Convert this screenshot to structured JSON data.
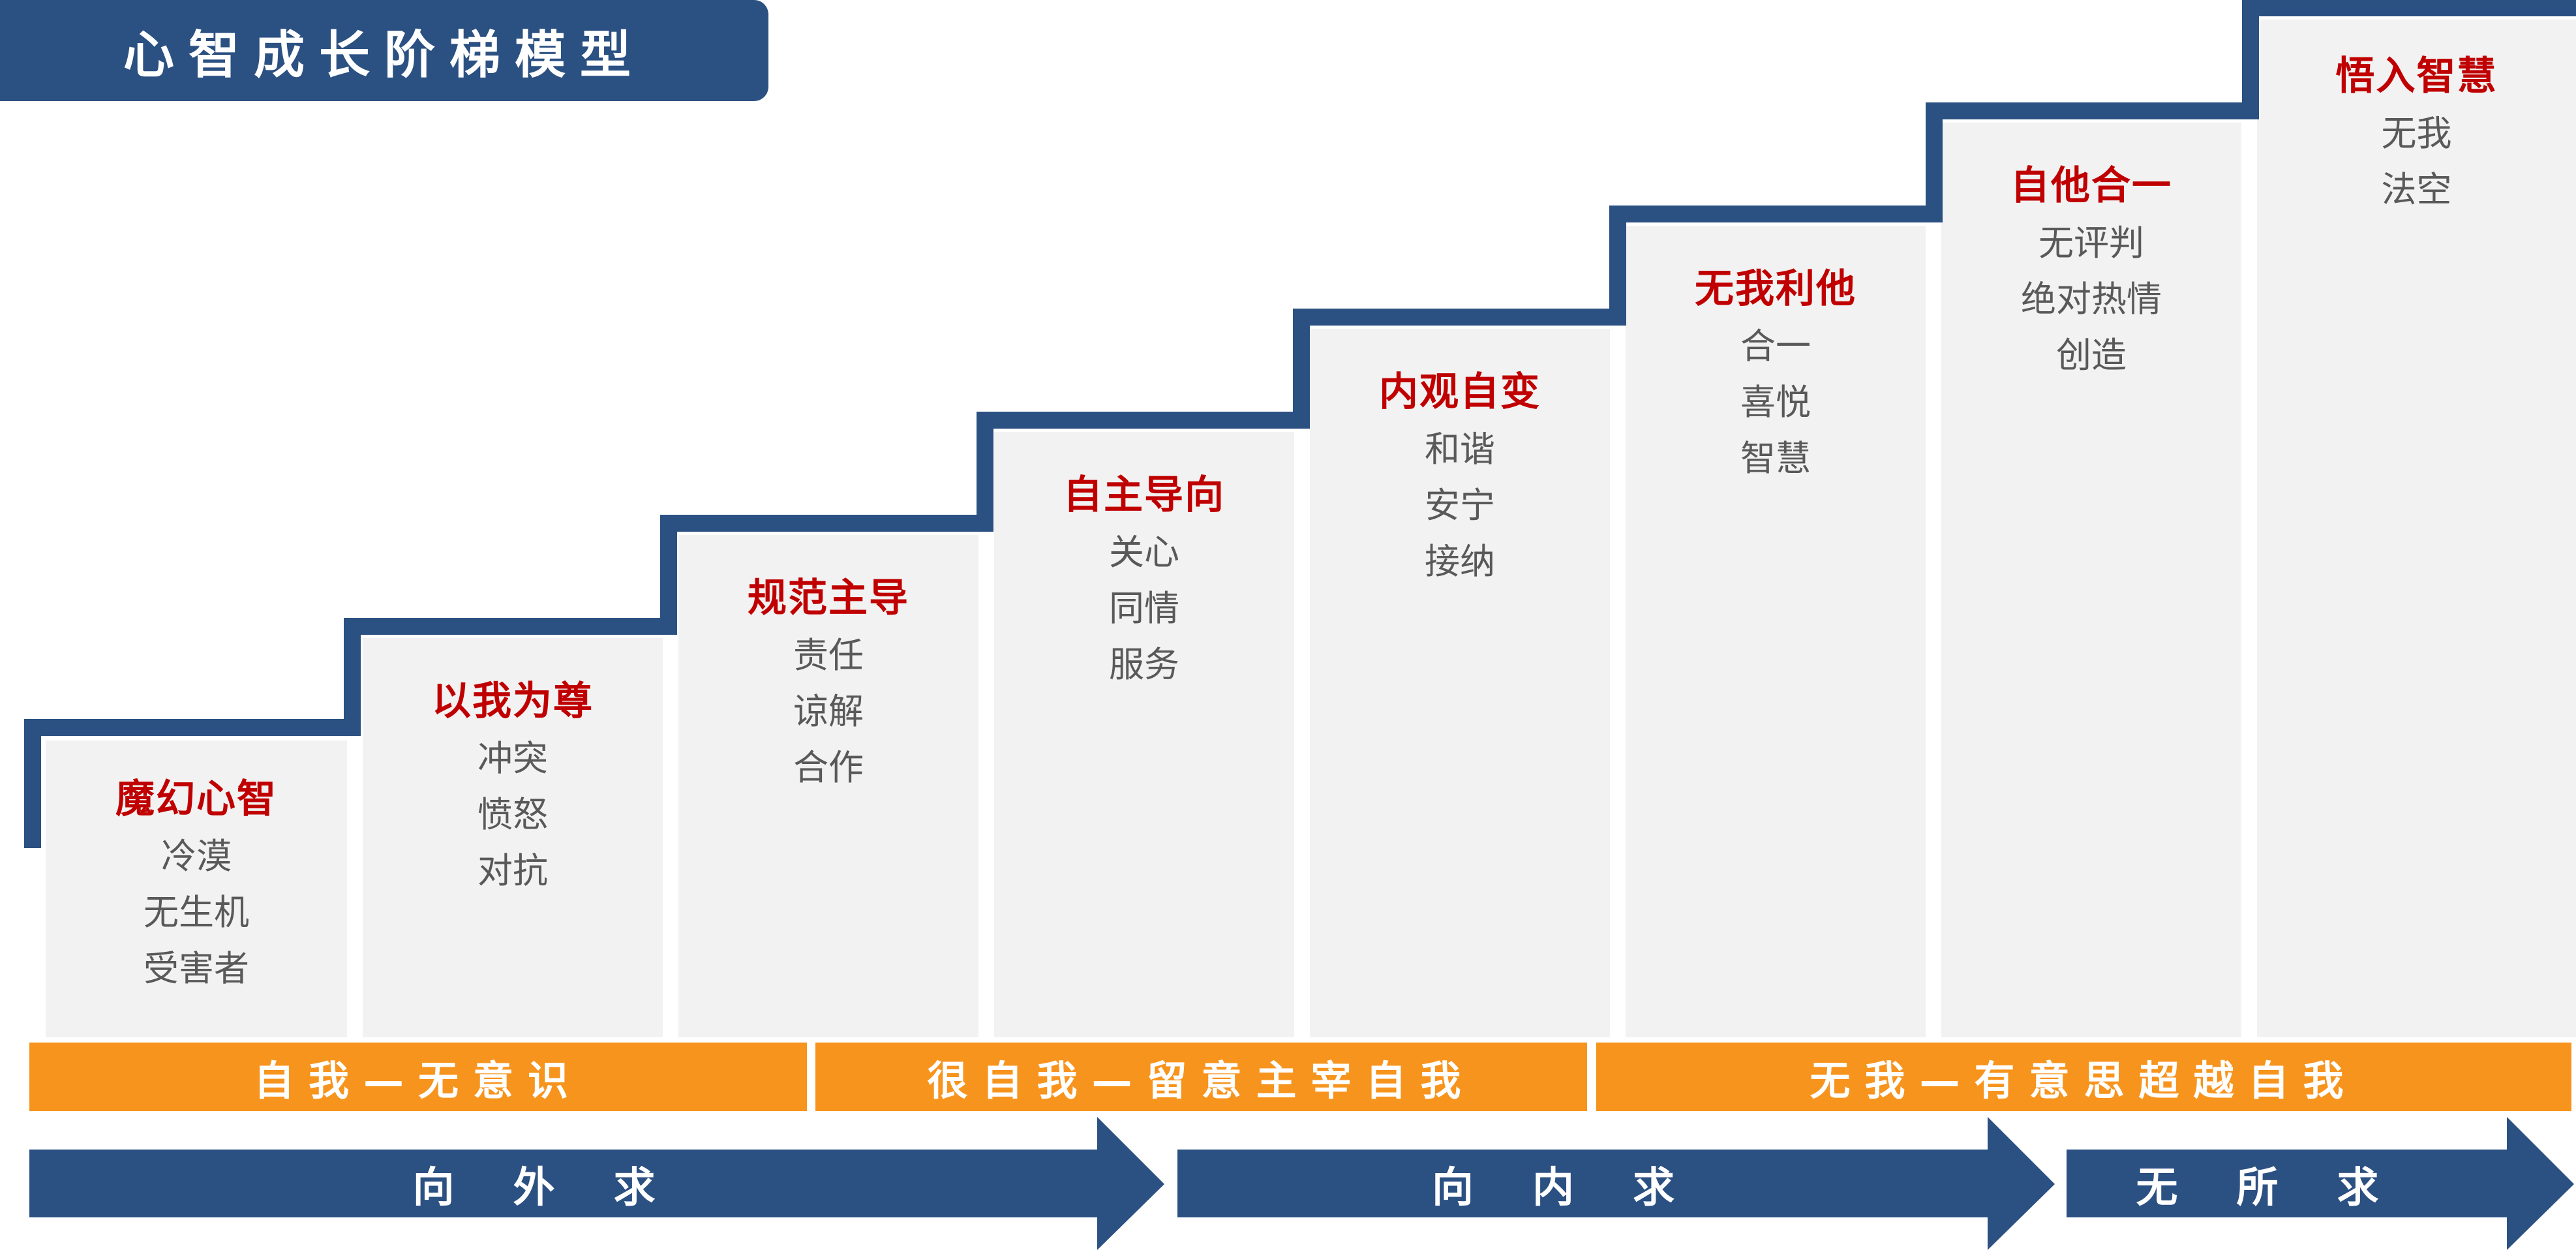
{
  "title": "心智成长阶梯模型",
  "colors": {
    "navy": "#2b5082",
    "orange": "#f7941d",
    "red": "#c00000",
    "panel": "#f2f2f2",
    "text_gray": "#595959"
  },
  "steps": [
    {
      "title": "魔幻心智",
      "items": [
        "冷漠",
        "无生机",
        "受害者"
      ]
    },
    {
      "title": "以我为尊",
      "items": [
        "冲突",
        "愤怒",
        "对抗"
      ]
    },
    {
      "title": "规范主导",
      "items": [
        "责任",
        "谅解",
        "合作"
      ]
    },
    {
      "title": "自主导向",
      "items": [
        "关心",
        "同情",
        "服务"
      ]
    },
    {
      "title": "内观自变",
      "items": [
        "和谐",
        "安宁",
        "接纳"
      ]
    },
    {
      "title": "无我利他",
      "items": [
        "合一",
        "喜悦",
        "智慧"
      ]
    },
    {
      "title": "自他合一",
      "items": [
        "无评判",
        "绝对热情",
        "创造"
      ]
    },
    {
      "title": "悟入智慧",
      "items": [
        "无我",
        "法空"
      ]
    }
  ],
  "phases": [
    "自我—无意识",
    "很自我—留意主宰自我",
    "无我—有意思超越自我"
  ],
  "arrows": [
    "向外求",
    "向内求",
    "无所求"
  ]
}
